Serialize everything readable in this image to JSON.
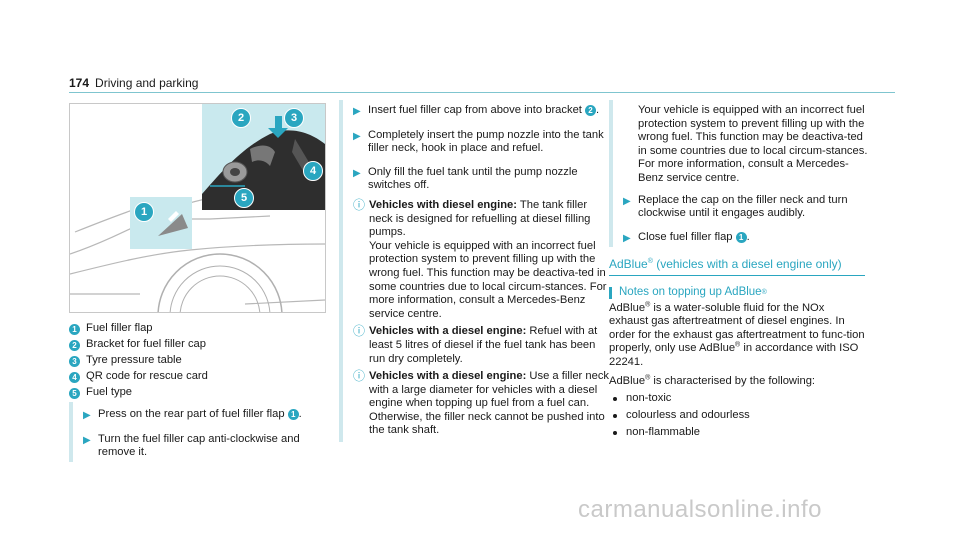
{
  "header": {
    "page_number": "174",
    "section_title": "Driving and parking"
  },
  "figure": {
    "callouts": [
      "1",
      "2",
      "3",
      "4",
      "5"
    ]
  },
  "legend": [
    {
      "num": "1",
      "text": "Fuel filler flap"
    },
    {
      "num": "2",
      "text": "Bracket for fuel filler cap"
    },
    {
      "num": "3",
      "text": "Tyre pressure table"
    },
    {
      "num": "4",
      "text": "QR code for rescue card"
    },
    {
      "num": "5",
      "text": "Fuel type"
    }
  ],
  "left_steps": {
    "step1_text": "Press on the rear part of fuel filler flap",
    "step1_badge": "1",
    "step1_end": ".",
    "step2_text": "Turn the fuel filler cap anti-clockwise and remove it."
  },
  "middle": {
    "step1_text": "Insert fuel filler cap from above into bracket",
    "step1_badge": "2",
    "step1_end": ".",
    "step2_text": "Completely insert the pump nozzle into the tank filler neck, hook in place and refuel.",
    "step3_text": "Only fill the fuel tank until the pump nozzle switches off.",
    "note1_label": "Vehicles with diesel engine:",
    "note1_text": " The tank filler neck is designed for refuelling at diesel filling pumps.",
    "note1_extra": "Your vehicle is equipped with an incorrect fuel protection system to prevent filling up with the wrong fuel. This function may be deactiva-ted in some countries due to local circum-stances. For more information, consult a Mercedes-Benz service centre.",
    "note2_label": "Vehicles with a diesel engine:",
    "note2_text": " Refuel with at least 5 litres of diesel if the fuel tank has been run dry completely.",
    "note3_label": "Vehicles with a diesel engine:",
    "note3_text": " Use a filler neck with a large diameter for vehicles with a diesel engine when topping up fuel from a fuel can. Otherwise, the filler neck cannot be pushed into the tank shaft."
  },
  "right": {
    "para_text": "Your vehicle is equipped with an incorrect fuel protection system to prevent filling up with the wrong fuel. This function may be deactiva-ted in some countries due to local circum-stances. For more information, consult a Mercedes-Benz service centre.",
    "step1_text": "Replace the cap on the filler neck and turn clockwise until it engages audibly.",
    "step2_text": "Close fuel filler flap",
    "step2_badge": "1",
    "step2_end": ".",
    "section_title_a": "AdBlue",
    "section_reg": "®",
    "section_title_b": " (vehicles with a diesel engine only)",
    "subsection_title_a": "Notes on topping up AdBlue",
    "subsection_reg": "®",
    "p1_a": "AdBlue",
    "p1_reg": "®",
    "p1_b": " is a water-soluble fluid for the NOx exhaust gas aftertreatment of diesel engines. In order for the exhaust gas aftertreatment to func-tion properly, only use AdBlue",
    "p1_reg2": "®",
    "p1_c": " in accordance with ISO 22241.",
    "p2_a": "AdBlue",
    "p2_reg": "®",
    "p2_b": " is characterised by the following:",
    "bullets": [
      "non-toxic",
      "colourless and odourless",
      "non-flammable"
    ]
  },
  "watermark": "carmanualsonline.info",
  "colors": {
    "accent": "#2aa6c0",
    "inset_bg": "#c9e9ee",
    "note_bar": "#cfe8ed"
  }
}
